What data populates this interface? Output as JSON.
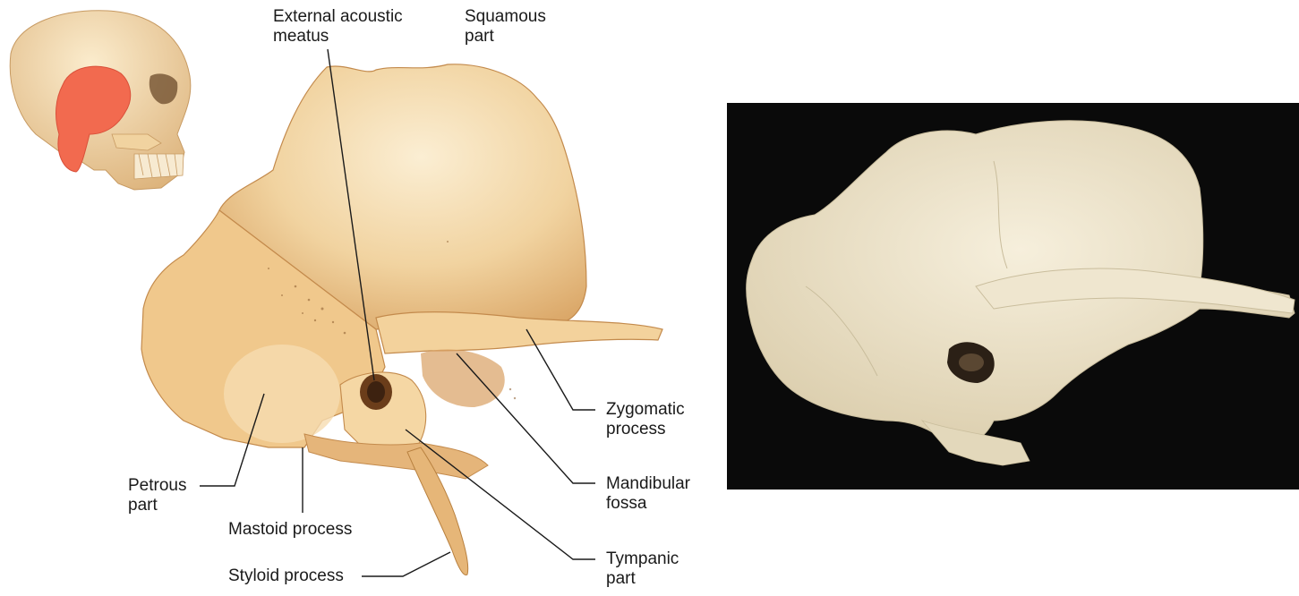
{
  "labels": {
    "external_acoustic_meatus": "External acoustic\nmeatus",
    "squamous_part": "Squamous\npart",
    "zygomatic_process": "Zygomatic\nprocess",
    "mandibular_fossa": "Mandibular\nfossa",
    "tympanic_part": "Tympanic\npart",
    "petrous_part": "Petrous\npart",
    "mastoid_process": "Mastoid process",
    "styloid_process": "Styloid process"
  },
  "colors": {
    "bone_light": "#f6e1b8",
    "bone_mid": "#e8bf84",
    "bone_dark": "#c98f4e",
    "highlight_red": "#f26a4f",
    "photo_bg": "#0a0a0a",
    "photo_bone": "#ede4cc",
    "leader_line": "#1a1a1a"
  }
}
